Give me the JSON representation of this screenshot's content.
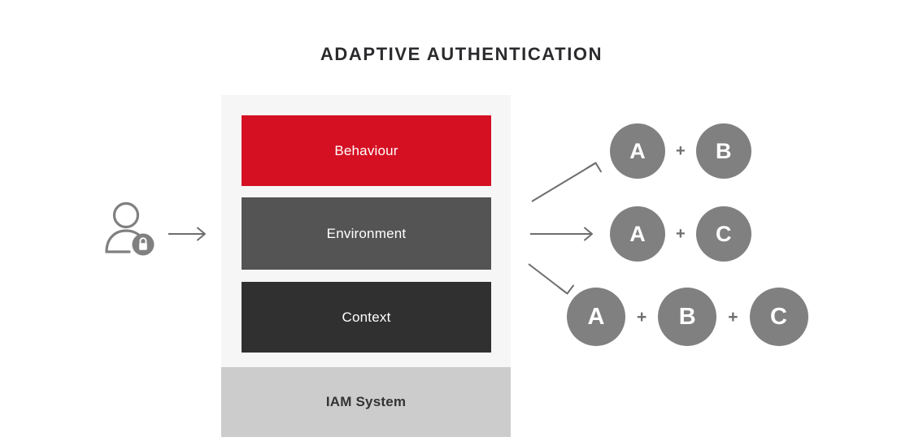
{
  "title": "ADAPTIVE AUTHENTICATION",
  "left": {
    "user_icon_name": "user-with-lock-icon",
    "lock_icon_name": "lock-icon",
    "inbound_arrow_name": "arrow-right-icon"
  },
  "panel": {
    "layers": [
      {
        "label": "Behaviour",
        "color": "#D51023"
      },
      {
        "label": "Environment",
        "color": "#545454"
      },
      {
        "label": "Context",
        "color": "#303030"
      }
    ],
    "footer": {
      "label": "IAM System",
      "color": "#CCCCCC"
    },
    "background": "#F6F6F6"
  },
  "arrows": [
    {
      "name": "arrow-up-right-icon",
      "direction": "up-right"
    },
    {
      "name": "arrow-right-icon",
      "direction": "right"
    },
    {
      "name": "arrow-down-right-icon",
      "direction": "down-right"
    }
  ],
  "outcomes": [
    {
      "factors": [
        "A",
        "B"
      ],
      "separators": [
        "+"
      ]
    },
    {
      "factors": [
        "A",
        "C"
      ],
      "separators": [
        "+"
      ]
    },
    {
      "factors": [
        "A",
        "B",
        "C"
      ],
      "separators": [
        "+",
        "+"
      ]
    }
  ],
  "colors": {
    "token": "#808080",
    "token_text": "#FFFFFF",
    "title_text": "#2B2B2E",
    "arrow": "#6E6E6E",
    "icon_gray": "#808080",
    "page_background": "#FFFFFF"
  }
}
